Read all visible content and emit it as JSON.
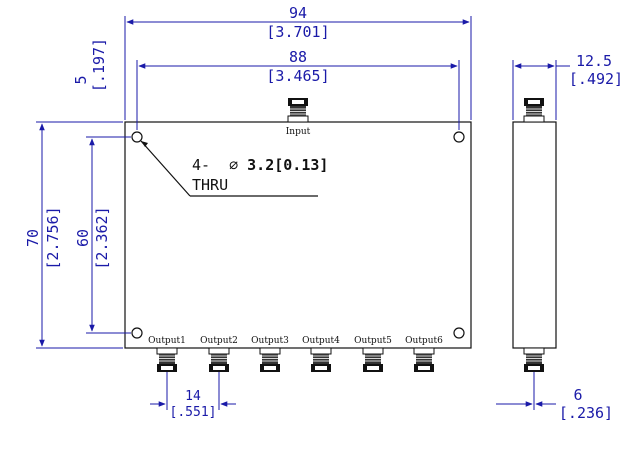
{
  "dimensions": {
    "overall_width": {
      "mm": "94",
      "inch": "[3.701]"
    },
    "hole_spacing_width": {
      "mm": "88",
      "inch": "[3.465]"
    },
    "hole_edge_offset": {
      "mm": "5",
      "inch": "[.197]"
    },
    "overall_height": {
      "mm": "70",
      "inch": "[2.756]"
    },
    "hole_spacing_height": {
      "mm": "60",
      "inch": "[2.362]"
    },
    "body_depth": {
      "mm": "12.5",
      "inch": "[.492]"
    },
    "connector_pitch": {
      "mm": "14",
      "inch": "[.551]"
    },
    "connector_offset": {
      "mm": "6",
      "inch": "[.236]"
    }
  },
  "hole_note": {
    "count": "4-",
    "symbol": "⌀",
    "size": "3.2[0.13]",
    "type": "THRU"
  },
  "input_label": "Input",
  "output_labels": [
    "Output1",
    "Output2",
    "Output3",
    "Output4",
    "Output5",
    "Output6"
  ]
}
